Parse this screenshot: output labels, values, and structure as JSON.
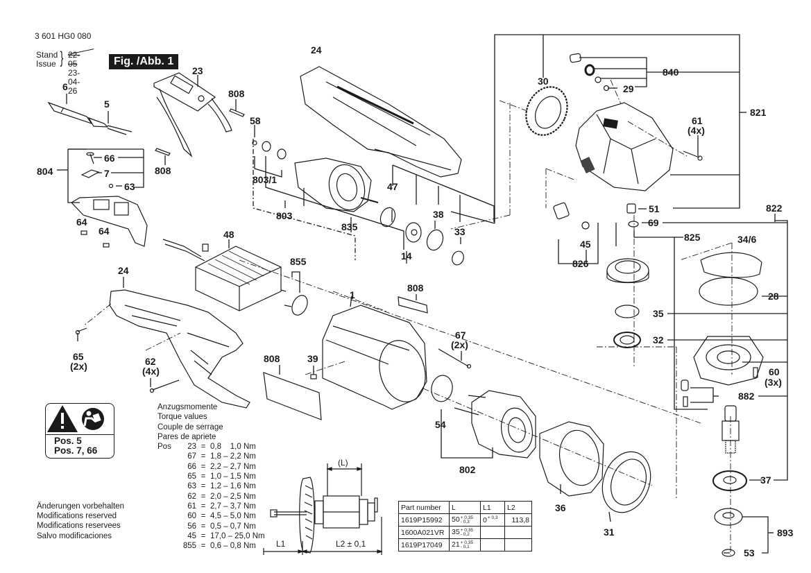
{
  "header": {
    "document_number": "3 601 HG0 080",
    "stand_label": "Stand",
    "issue_label": "Issue",
    "old_date": "22-05",
    "issue_date": "23-04-26",
    "figure_label": "Fig. /Abb. 1"
  },
  "part_labels": {
    "p6": "6",
    "p5": "5",
    "p23": "23",
    "p808a": "808",
    "p808b": "808",
    "p24top": "24",
    "p58": "58",
    "p803_1": "803/1",
    "p803": "803",
    "p835": "835",
    "p47": "47",
    "p38": "38",
    "p33": "33",
    "p14": "14",
    "p66": "66",
    "p7": "7",
    "p804": "804",
    "p63": "63",
    "p64a": "64",
    "p64b": "64",
    "p48": "48",
    "p855": "855",
    "p808c": "808",
    "p24left": "24",
    "p65": "65",
    "p65q": "(2x)",
    "p62": "62",
    "p62q": "(4x)",
    "p1": "1",
    "p808d": "808",
    "p39": "39",
    "p67": "67",
    "p67q": "(2x)",
    "p54": "54",
    "p802": "802",
    "p36": "36",
    "p31": "31",
    "p30": "30",
    "p840": "840",
    "p29": "29",
    "p821": "821",
    "p61": "61",
    "p61q": "(4x)",
    "p51": "51",
    "p822": "822",
    "p69": "69",
    "p825": "825",
    "p45": "45",
    "p826": "826",
    "p34_6": "34/6",
    "p28": "28",
    "p35": "35",
    "p32": "32",
    "p60": "60",
    "p60q": "(3x)",
    "p882": "882",
    "p37": "37",
    "p893": "893",
    "p53": "53"
  },
  "warning_box": {
    "icons": [
      "warning-triangle-icon",
      "read-manual-icon"
    ],
    "line1": "Pos. 5",
    "line2": "Pos. 7, 66"
  },
  "torque": {
    "titles": [
      "Anzugsmomente",
      "Torque values",
      "Couple de serrage",
      "Pares de apriete"
    ],
    "pos_label": "Pos",
    "rows": [
      {
        "pos": "23",
        "value": "0,8    1,0 Nm"
      },
      {
        "pos": "67",
        "value": "1,8 – 2,2 Nm"
      },
      {
        "pos": "66",
        "value": "2,2 – 2,7 Nm"
      },
      {
        "pos": "65",
        "value": "1,0 – 1,5 Nm"
      },
      {
        "pos": "63",
        "value": "1,2 – 1,6 Nm"
      },
      {
        "pos": "62",
        "value": "2,0 – 2,5 Nm"
      },
      {
        "pos": "61",
        "value": "2,7 – 3,7 Nm"
      },
      {
        "pos": "60",
        "value": "4,5 – 5,0 Nm"
      },
      {
        "pos": "56",
        "value": "0,5 – 0,7 Nm"
      },
      {
        "pos": "45",
        "value": "17,0 – 25,0 Nm"
      },
      {
        "pos": "855",
        "value": "0,6 – 0,8 Nm"
      }
    ]
  },
  "modifications": [
    "Änderungen vorbehalten",
    "Modifications reserved",
    "Modifications reservees",
    "Salvo modificaciones"
  ],
  "armature_dims": {
    "l": "(L)",
    "l1": "L1",
    "l2": "L2 ± 0,1"
  },
  "parts_table": {
    "headers": [
      "Part number",
      "L",
      "L1",
      "L2"
    ],
    "rows": [
      {
        "part": "1619P15992",
        "l": "50",
        "l_plus": "+ 0,35",
        "l_minus": "- 0,3",
        "l1": "0",
        "l1_tol": "+ 0,3",
        "l2": "113,8"
      },
      {
        "part": "1600A021VR",
        "l": "35",
        "l_plus": "+ 0,35",
        "l_minus": "- 0,2",
        "l1": "",
        "l1_tol": "",
        "l2": ""
      },
      {
        "part": "1619P17049",
        "l": "21",
        "l_plus": "+ 0,35",
        "l_minus": "- 0,1",
        "l1": "",
        "l1_tol": "",
        "l2": ""
      }
    ]
  }
}
